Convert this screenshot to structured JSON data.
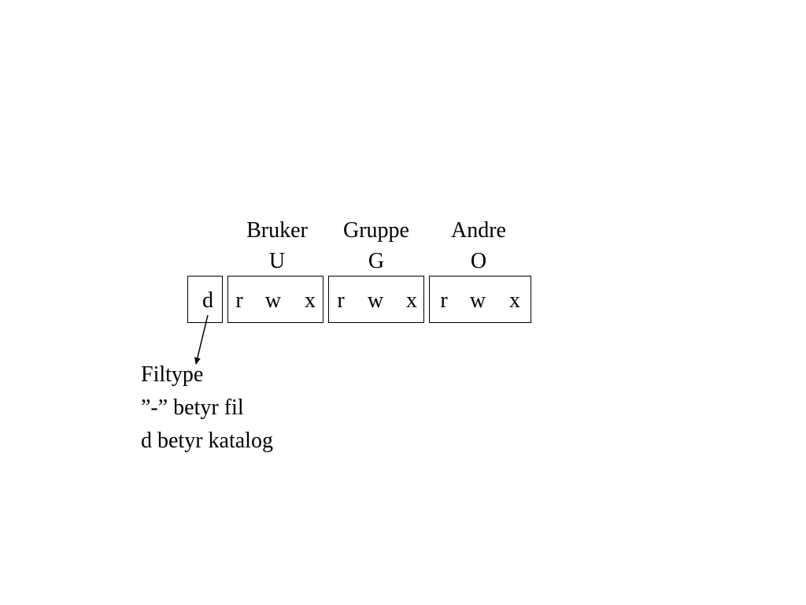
{
  "groups": [
    {
      "label": "Bruker",
      "short": "U"
    },
    {
      "label": "Gruppe",
      "short": "G"
    },
    {
      "label": "Andre",
      "short": "O"
    }
  ],
  "filetype_symbol": "d",
  "permissions": [
    [
      "r",
      "w",
      "x"
    ],
    [
      "r",
      "w",
      "x"
    ],
    [
      "r",
      "w",
      "x"
    ]
  ],
  "legend": {
    "title": "Filtype",
    "line1": "”-” betyr fil",
    "line2": "d betyr katalog"
  }
}
